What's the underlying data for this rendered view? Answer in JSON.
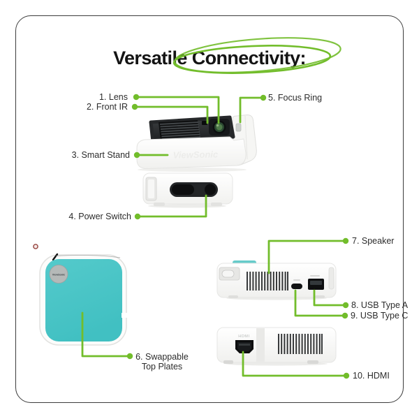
{
  "title": {
    "word1": "Versatile",
    "word2": "Connectivity:"
  },
  "colors": {
    "accent_green": "#72bd2b",
    "plate_teal": "#49c3c5",
    "body_dark": "#2b2d2f",
    "label_text": "#2c2c2c",
    "frame_border": "#3c3c3c",
    "annotation_red": "#93403a"
  },
  "annotations": {
    "labels": [
      {
        "id": "lens",
        "text": "1. Lens"
      },
      {
        "id": "front-ir",
        "text": "2. Front IR"
      },
      {
        "id": "smart-stand",
        "text": "3. Smart Stand"
      },
      {
        "id": "power-switch",
        "text": "4. Power Switch"
      },
      {
        "id": "focus-ring",
        "text": "5. Focus Ring"
      },
      {
        "id": "swappable-top-plates",
        "text": "6. Swappable",
        "text2": "Top Plates"
      },
      {
        "id": "speaker",
        "text": "7. Speaker"
      },
      {
        "id": "usb-type-a",
        "text": "8. USB Type A"
      },
      {
        "id": "usb-type-c",
        "text": "9. USB Type C"
      },
      {
        "id": "hdmi",
        "text": "10. HDMI"
      }
    ]
  },
  "device": {
    "brand": "ViewSonic",
    "hdmi_port_text": "HDMI"
  }
}
